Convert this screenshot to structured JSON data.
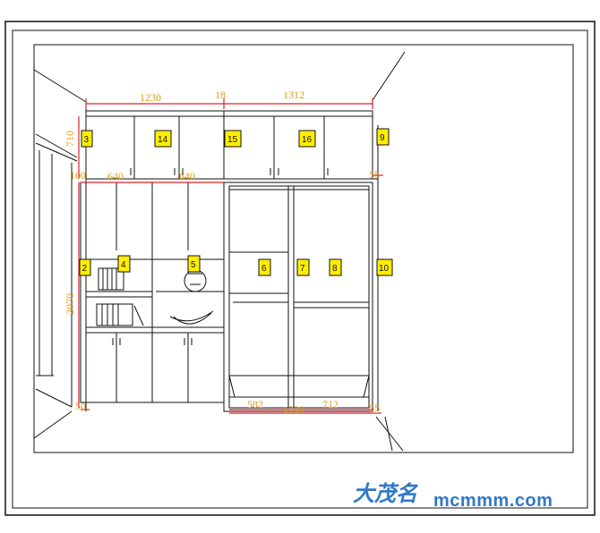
{
  "dimensions": {
    "top_left_width": "1230",
    "top_gap": "18",
    "top_right_width": "1312",
    "upper_height": "710",
    "left_end_panel": "100",
    "left_unit_a": "640",
    "left_unit_b": "640",
    "right_end_panel": "55",
    "lower_height": "2070",
    "bottom_left_panel": "50",
    "bottom_wardrobe_a": "582",
    "bottom_wardrobe_total": "1330",
    "bottom_wardrobe_b": "712",
    "bottom_right_panel": "55"
  },
  "tags": [
    "2",
    "3",
    "4",
    "5",
    "6",
    "7",
    "8",
    "9",
    "10",
    "14",
    "15",
    "16"
  ],
  "watermark": {
    "chinese": "大茂名",
    "site": "mcmmm.com"
  },
  "colors": {
    "line": "#111111",
    "dimension_text": "#e39a0f",
    "dimension_line": "#e0202a",
    "tag_fill": "#ffee00",
    "watermark": "#2f78c8"
  }
}
